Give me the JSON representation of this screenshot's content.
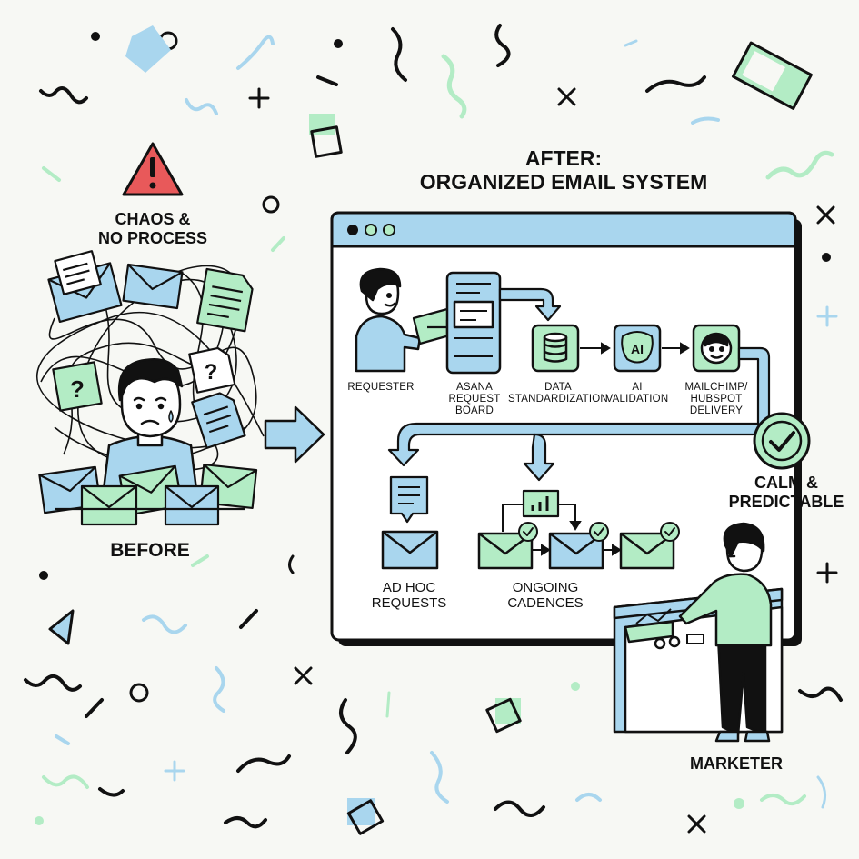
{
  "before": {
    "warning_title_1": "CHAOS &",
    "warning_title_2": "NO PROCESS",
    "label": "BEFORE"
  },
  "after": {
    "title_1": "AFTER:",
    "title_2": "ORGANIZED EMAIL SYSTEM"
  },
  "pipeline": {
    "requester": "REQUESTER",
    "asana_1": "ASANA",
    "asana_2": "REQUEST",
    "asana_3": "BOARD",
    "data_1": "DATA",
    "data_2": "STANDARDIZATION",
    "ai_1": "AI",
    "ai_2": "VALIDATION",
    "ai_icon_text": "AI",
    "delivery_1": "MAILCHIMP/",
    "delivery_2": "HUBSPOT",
    "delivery_3": "DELIVERY"
  },
  "outcomes": {
    "adhoc_1": "AD HOC",
    "adhoc_2": "REQUESTS",
    "ongoing_1": "ONGOING",
    "ongoing_2": "CADENCES"
  },
  "result": {
    "calm_1": "CALM &",
    "calm_2": "PREDICTABLE",
    "marketer": "MARKETER"
  },
  "colors": {
    "blue": "#a9d6ee",
    "green": "#b3ecc5",
    "red": "#e8595a",
    "ink": "#111111",
    "background": "#f7f8f4"
  }
}
